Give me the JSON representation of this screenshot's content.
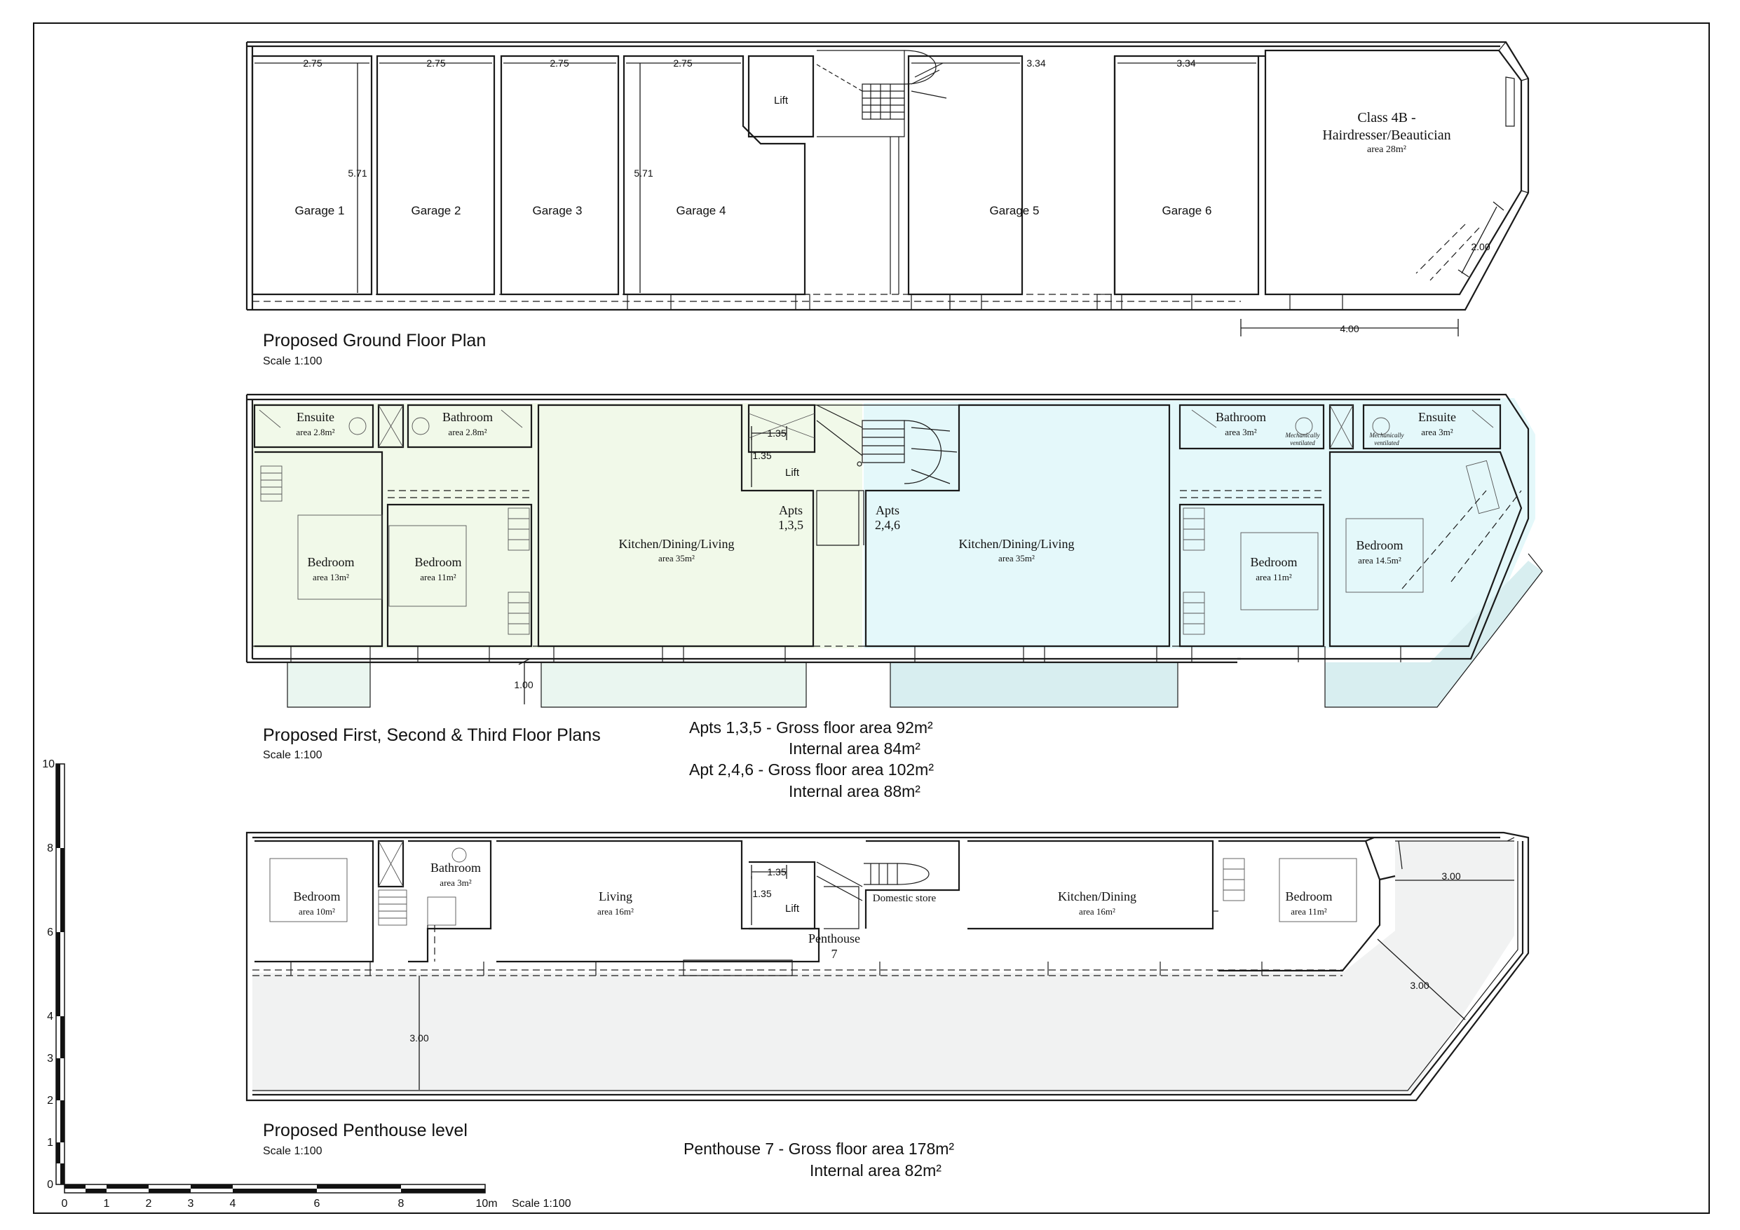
{
  "ground": {
    "title": "Proposed Ground Floor Plan",
    "scale": "Scale 1:100",
    "garages": [
      "Garage 1",
      "Garage 2",
      "Garage 3",
      "Garage 4",
      "Garage 5",
      "Garage 6"
    ],
    "lift": "Lift",
    "shop_line1": "Class 4B -",
    "shop_line2": "Hairdresser/Beautician",
    "shop_area": "area 28m²",
    "dims": {
      "w_275": "2.75",
      "w_334": "3.34",
      "h_571": "5.71",
      "d_200": "2.00",
      "d_400": "4.00"
    }
  },
  "first": {
    "title": "Proposed First, Second & Third Floor Plans",
    "scale": "Scale 1:100",
    "ensuite": "Ensuite",
    "ensuite_area": "area 2.8m²",
    "bathroom": "Bathroom",
    "bathroom_area": "area 2.8m²",
    "bed13": "Bedroom",
    "bed13_area": "area 13m²",
    "bed11": "Bedroom",
    "bed11_area": "area 11m²",
    "kdl_left": "Kitchen/Dining/Living",
    "kdl_left_area": "area 35m²",
    "kdl_right": "Kitchen/Dining/Living",
    "kdl_right_area": "area 35m²",
    "apts_a1": "Apts",
    "apts_a2": "1,3,5",
    "apts_b1": "Apts",
    "apts_b2": "2,4,6",
    "lift": "Lift",
    "d135": "1.35",
    "d135b": "1.35",
    "d100": "1.00",
    "bath_r": "Bathroom",
    "bath_r_area": "area 3m²",
    "ensuite_r": "Ensuite",
    "ensuite_r_area": "area 3m²",
    "mech1": "Mechanically",
    "mech2": "ventilated",
    "bed_r11": "Bedroom",
    "bed_r11_area": "area 11m²",
    "bed_r145": "Bedroom",
    "bed_r145_area": "area 14.5m²"
  },
  "areas_apts": {
    "l1": "Apts 1,3,5 - Gross floor area 92m²",
    "l2": "Internal area 84m²",
    "l3": "Apt 2,4,6 - Gross floor area 102m²",
    "l4": "Internal area 88m²"
  },
  "pent": {
    "title": "Proposed Penthouse level",
    "scale": "Scale 1:100",
    "bed10": "Bedroom",
    "bed10_area": "area 10m²",
    "bath": "Bathroom",
    "bath_area": "area 3m²",
    "living": "Living",
    "living_area": "area 16m²",
    "lift": "Lift",
    "d135": "1.35",
    "d135b": "1.35",
    "store": "Domestic store",
    "ph1": "Penthouse",
    "ph2": "7",
    "kd": "Kitchen/Dining",
    "kd_area": "area 16m²",
    "bed11": "Bedroom",
    "bed11_area": "area 11m²",
    "d300a": "3.00",
    "d300b": "3.00",
    "d300c": "3.00"
  },
  "areas_pent": {
    "l1": "Penthouse 7 - Gross floor area 178m²",
    "l2": "Internal area 82m²"
  },
  "scalebar": {
    "v_ticks": [
      "10",
      "8",
      "6",
      "4",
      "3",
      "2",
      "1",
      "0"
    ],
    "h_ticks": [
      "0",
      "1",
      "2",
      "3",
      "4",
      "6",
      "8",
      "10m"
    ],
    "label": "Scale 1:100"
  }
}
